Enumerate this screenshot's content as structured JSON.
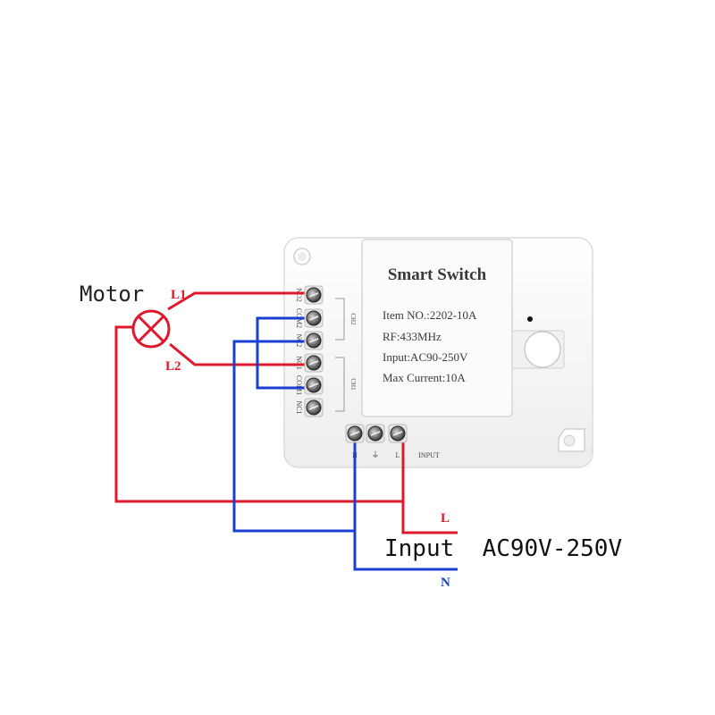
{
  "motor": {
    "label": "Motor",
    "l1": "L1",
    "l2": "L2"
  },
  "device": {
    "title": "Smart Switch",
    "item_no": "Item NO.:2202-10A",
    "rf": "RF:433MHz",
    "input": "Input:AC90-250V",
    "max_current": "Max Current:10A",
    "ch2": "CH2",
    "ch1": "CH1",
    "side_terminals": [
      "NO2",
      "COM2",
      "NC2",
      "NO1",
      "COM1",
      "NC1"
    ],
    "bottom_terminals": {
      "n": "N",
      "ground": "⏚",
      "l": "L",
      "input": "INPUT"
    }
  },
  "supply": {
    "label": "Input  AC90V-250V",
    "l": "L",
    "n": "N"
  },
  "colors": {
    "live": "#e0182d",
    "neutral": "#1a3fd1",
    "device_body": "#f7f7f7",
    "text": "#222222"
  }
}
